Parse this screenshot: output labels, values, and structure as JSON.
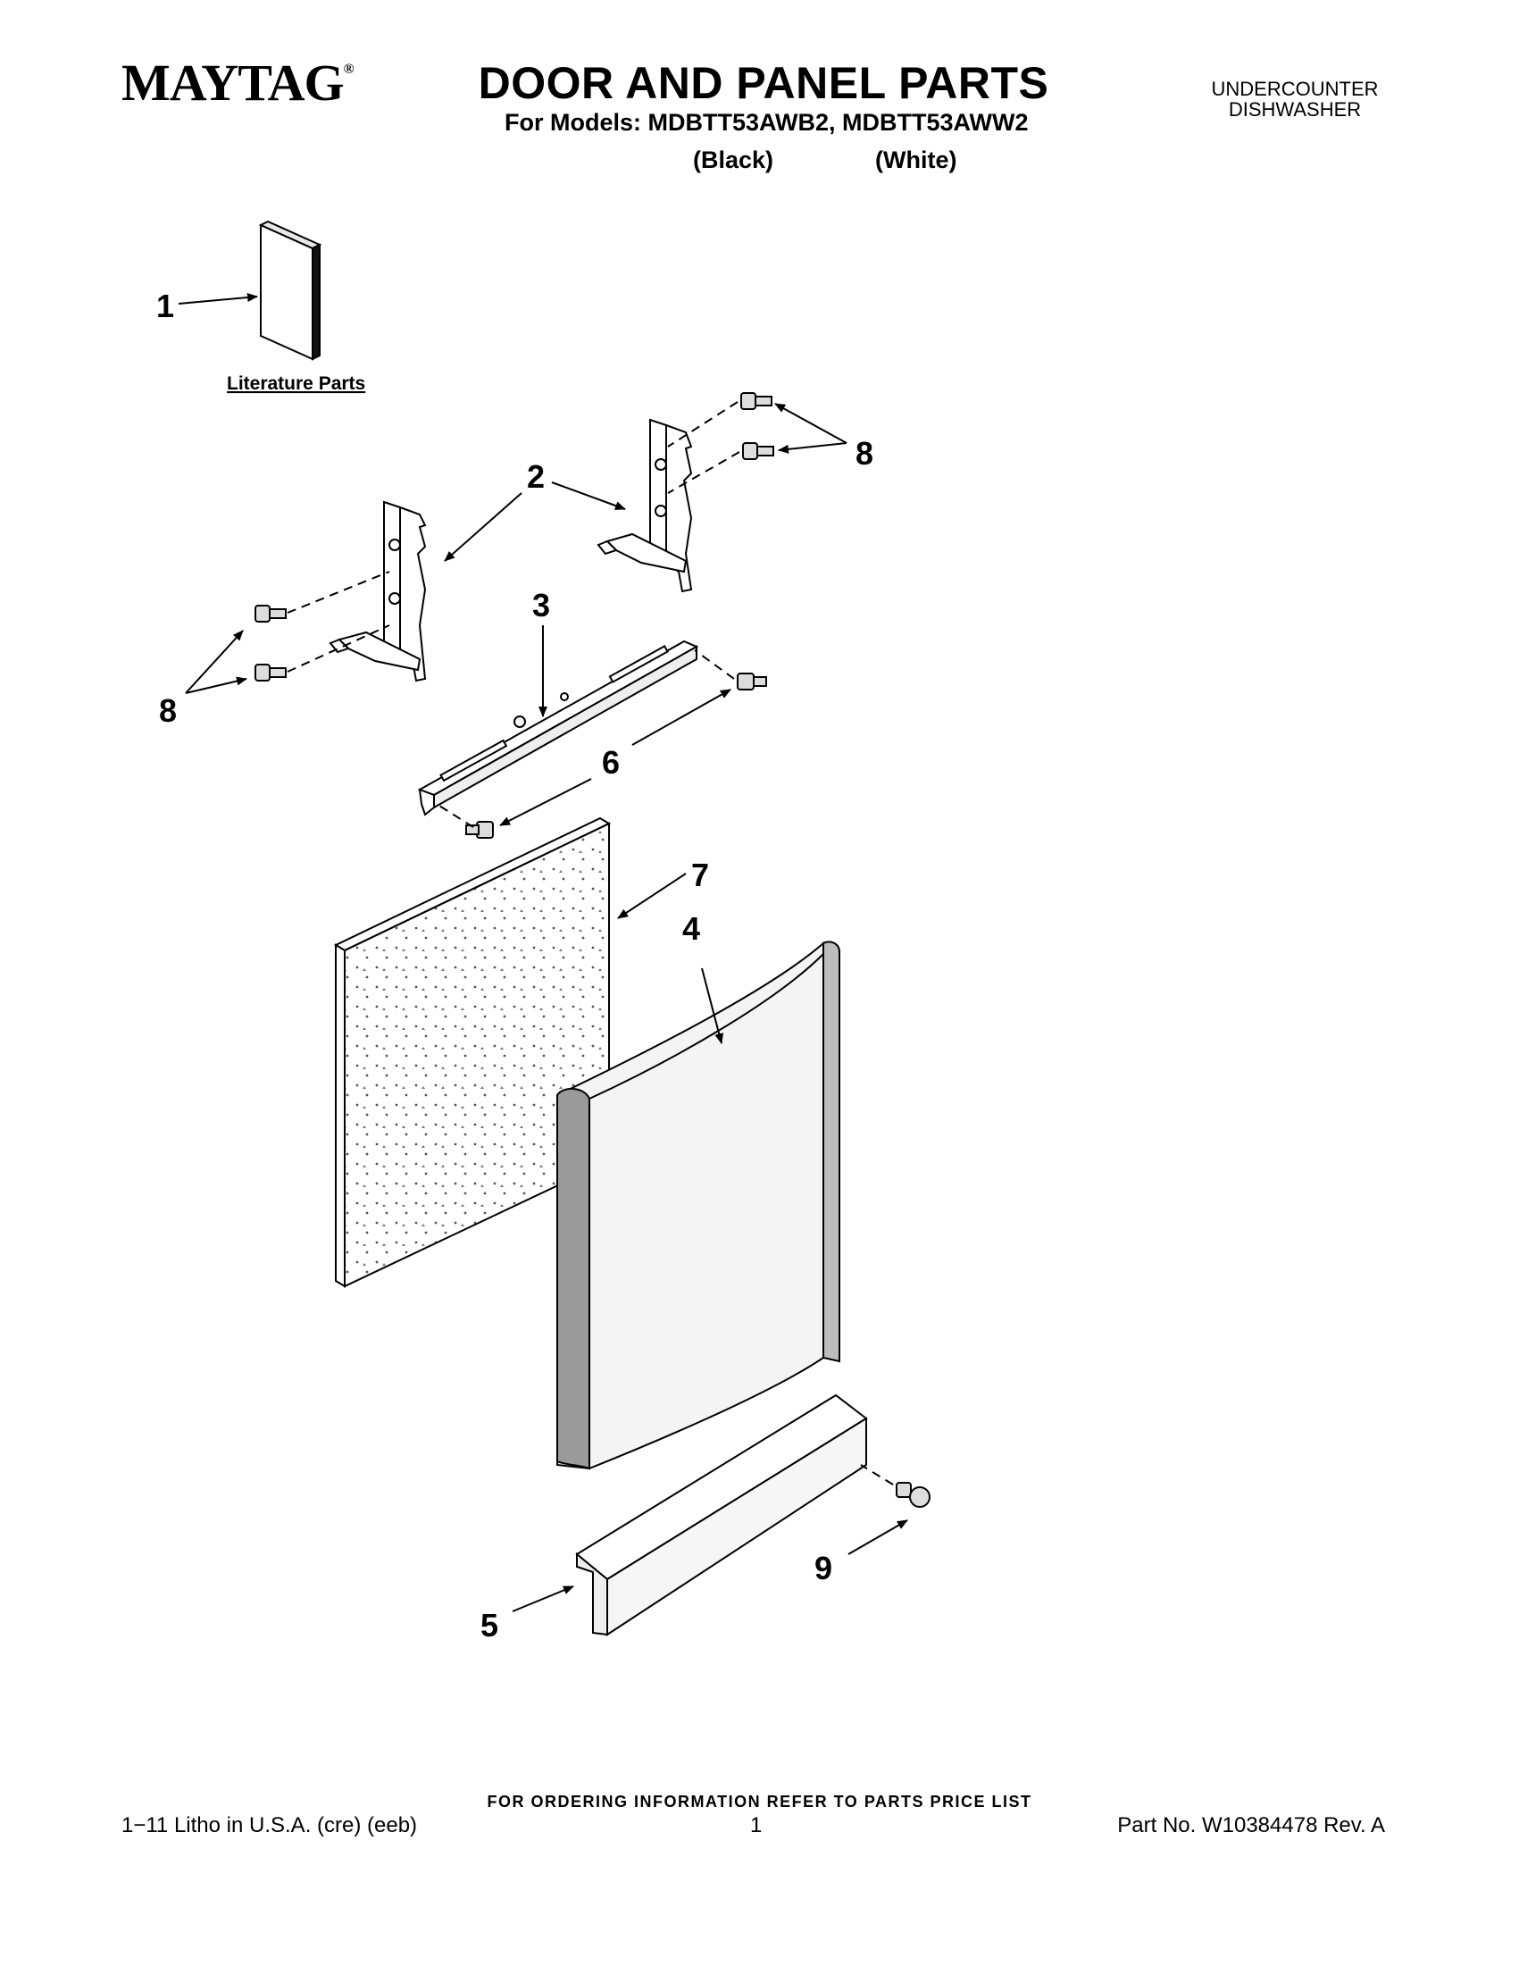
{
  "header": {
    "brand": "MAYTAG",
    "brand_mark": "®",
    "title": "DOOR AND PANEL PARTS",
    "models_line": "For Models: MDBTT53AWB2, MDBTT53AWW2",
    "variant_black": "(Black)",
    "variant_white": "(White)",
    "product_type_line1": "UNDERCOUNTER",
    "product_type_line2": "DISHWASHER"
  },
  "diagram": {
    "literature_label": "Literature Parts",
    "callouts": {
      "c1": "1",
      "c2": "2",
      "c3": "3",
      "c4": "4",
      "c5": "5",
      "c6": "6",
      "c7": "7",
      "c8a": "8",
      "c8b": "8",
      "c9": "9"
    }
  },
  "footer": {
    "order_note": "FOR ORDERING INFORMATION REFER TO PARTS PRICE LIST",
    "litho": "1−11 Litho in U.S.A. (cre) (eeb)",
    "page_number": "1",
    "part_number": "Part No. W10384478 Rev. A"
  }
}
